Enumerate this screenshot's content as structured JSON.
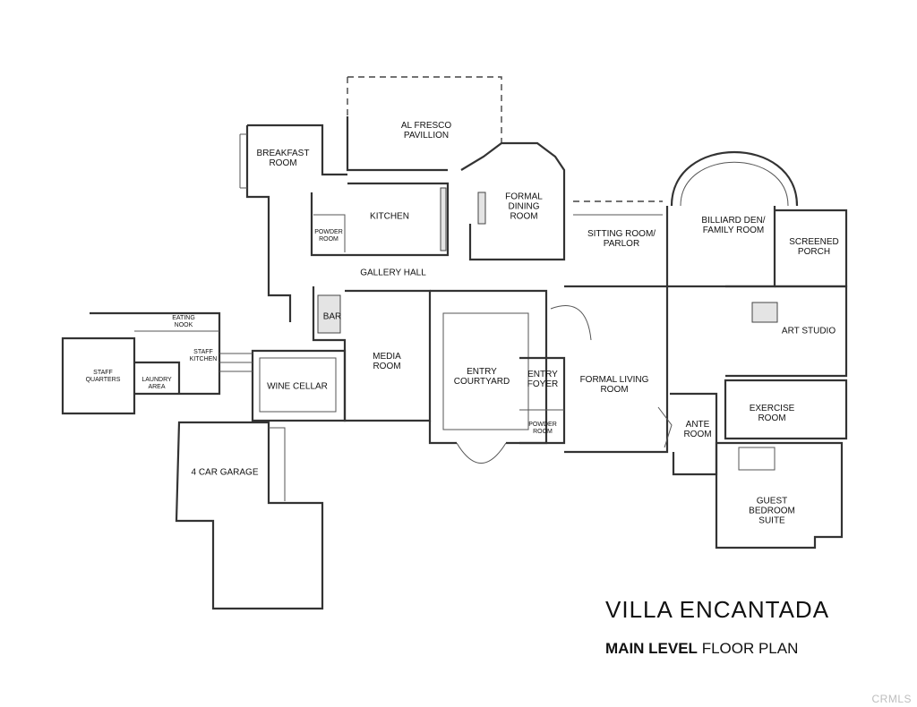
{
  "title": "VILLA ENCANTADA",
  "subtitle": {
    "bold": "MAIN LEVEL",
    "normal": "FLOOR PLAN"
  },
  "watermark": "CRMLS",
  "rooms": {
    "al_fresco": "AL FRESCO\nPAVILLION",
    "breakfast": "BREAKFAST\nROOM",
    "kitchen": "KITCHEN",
    "formal_dining": "FORMAL\nDINING\nROOM",
    "powder_upper": "POWDER\nROOM",
    "sitting_room": "SITTING ROOM/\nPARLOR",
    "billiard": "BILLIARD DEN/\nFAMILY ROOM",
    "screened_porch": "SCREENED\nPORCH",
    "gallery_hall": "GALLERY HALL",
    "bar": "BAR",
    "media_room": "MEDIA\nROOM",
    "entry_courtyard": "ENTRY\nCOURTYARD",
    "entry_foyer": "ENTRY\nFOYER",
    "powder_lower": "POWDER\nROOM",
    "formal_living": "FORMAL LIVING\nROOM",
    "art_studio": "ART STUDIO",
    "exercise": "EXERCISE\nROOM",
    "ante": "ANTE\nROOM",
    "guest_suite": "GUEST\nBEDROOM\nSUITE",
    "eating_nook": "EATING\nNOOK",
    "staff_kitchen": "STAFF\nKITCHEN",
    "staff_quarters": "STAFF\nQUARTERS",
    "laundry": "LAUNDRY\nAREA",
    "wine_cellar": "WINE CELLAR",
    "garage": "4 CAR GARAGE"
  }
}
